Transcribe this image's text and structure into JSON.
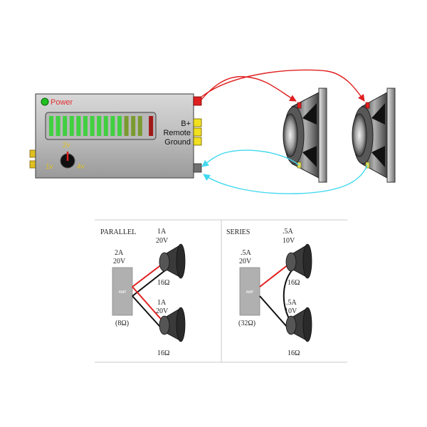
{
  "amplifier": {
    "power_label": "Power",
    "terminal_labels": [
      "B+",
      "Remote",
      "Ground"
    ],
    "knob_labels": {
      "low": "1v",
      "mid": "2v",
      "high": "4v"
    },
    "meter_segments": {
      "green": 11,
      "olive": 3,
      "red": 1
    }
  },
  "parallel": {
    "title": "PARALLEL",
    "amp_label": "AMP",
    "amp_current": "2A",
    "amp_voltage": "20V",
    "amp_impedance": "(8Ω)",
    "speaker1_current": "1A",
    "speaker1_voltage": "20V",
    "speaker1_impedance": "16Ω",
    "speaker2_current": "1A",
    "speaker2_voltage": "20V",
    "speaker2_impedance": "16Ω"
  },
  "series": {
    "title": "SERIES",
    "amp_label": "AMP",
    "amp_current": ".5A",
    "amp_voltage": "20V",
    "amp_impedance": "(32Ω)",
    "speaker1_current": ".5A",
    "speaker1_voltage": "10V",
    "speaker1_impedance": "16Ω",
    "speaker2_current": ".5A",
    "speaker2_voltage": "10V",
    "speaker2_impedance": "16Ω"
  },
  "colors": {
    "positive_wire": "#e02020",
    "negative_wire": "#40d8f0",
    "amp_body": "#b8b8b8",
    "meter_green": "#40d040",
    "meter_olive": "#7a9a30",
    "meter_red": "#a01818",
    "terminal_yellow": "#f0e020",
    "terminal_red": "#e02020"
  }
}
